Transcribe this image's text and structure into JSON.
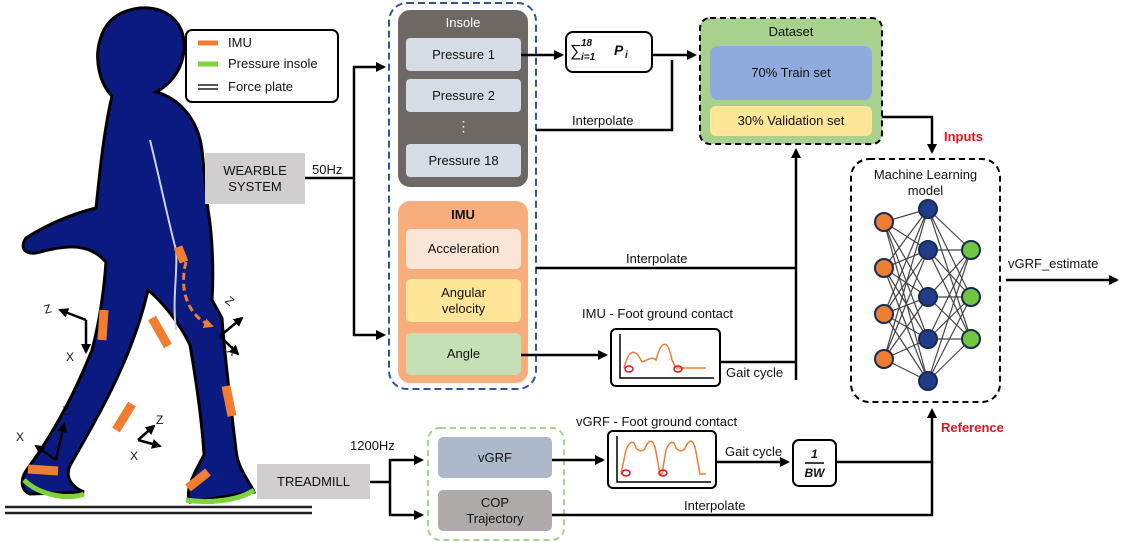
{
  "legend": {
    "imu": "IMU",
    "insole": "Pressure insole",
    "plate": "Force plate"
  },
  "axes": {
    "z": "Z",
    "x": "X"
  },
  "wearable": {
    "label": "WEARBLE\nSYSTEM",
    "rate": "50Hz"
  },
  "treadmill": {
    "label": "TREADMILL",
    "rate": "1200Hz"
  },
  "insole": {
    "title": "Insole",
    "items": [
      "Pressure 1",
      "Pressure 2",
      "⋮",
      "Pressure 18"
    ]
  },
  "imu": {
    "title": "IMU",
    "items": [
      "Acceleration",
      "Angular\nvelocity",
      "Angle"
    ]
  },
  "sum_formula": {
    "upper": "18",
    "lower": "i=1",
    "var": "P",
    "sub": "i"
  },
  "dataset": {
    "title": "Dataset",
    "train": "70% Train set",
    "validation": "30% Validation set"
  },
  "interpolate": "Interpolate",
  "imu_contact": {
    "title": "IMU - Foot ground contact",
    "gait": "Gait cycle"
  },
  "vgrf_contact": {
    "title": "vGRF - Foot ground contact",
    "gait": "Gait cycle"
  },
  "bw": {
    "num": "1",
    "den": "BW"
  },
  "ml": {
    "title": "Machine Learning\nmodel",
    "inputs": "Inputs",
    "reference": "Reference",
    "output": "vGRF_estimate"
  },
  "plate_outputs": {
    "vgrf": "vGRF",
    "cop": "COP\nTrajectory"
  },
  "colors": {
    "body": "#0a1a80",
    "imu_marker": "#f07d30",
    "insole_marker": "#7ed23c",
    "insole_panel": "#6e6864",
    "imu_panel": "#f8ad7c",
    "dataset_panel": "#a9d18e",
    "train": "#8faadc",
    "validation": "#ffe699",
    "node_orange": "#ed7d31",
    "node_blue": "#1f3d8a",
    "node_green": "#70c840",
    "red_label": "#e0141e"
  }
}
